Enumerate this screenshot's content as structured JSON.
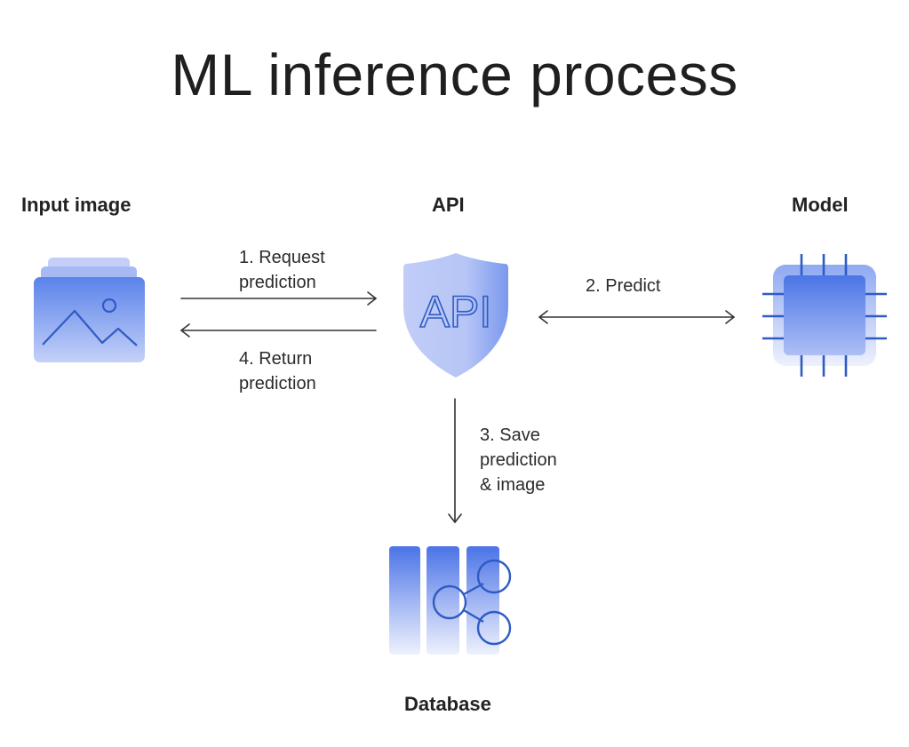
{
  "title": "ML inference process",
  "nodes": {
    "input": {
      "label": "Input image",
      "icon": "image-stack-icon"
    },
    "api": {
      "label": "API",
      "icon": "shield-icon",
      "badge_text": "API"
    },
    "model": {
      "label": "Model",
      "icon": "chip-icon"
    },
    "database": {
      "label": "Database",
      "icon": "database-share-icon"
    }
  },
  "steps": {
    "request": {
      "lines": [
        "1. Request",
        "prediction"
      ],
      "direction": "input -> api"
    },
    "predict": {
      "lines": [
        "2. Predict"
      ],
      "direction": "api <-> model"
    },
    "save": {
      "lines": [
        "3. Save",
        "prediction",
        "& image"
      ],
      "direction": "api -> database"
    },
    "return": {
      "lines": [
        "4. Return",
        "prediction"
      ],
      "direction": "api -> input"
    }
  },
  "colors": {
    "accent": "#3d6fe0",
    "icon_light": "#b9c8f7",
    "icon_mid": "#7d9cf0",
    "stroke": "#2f5bc4",
    "arrow": "#333333"
  }
}
